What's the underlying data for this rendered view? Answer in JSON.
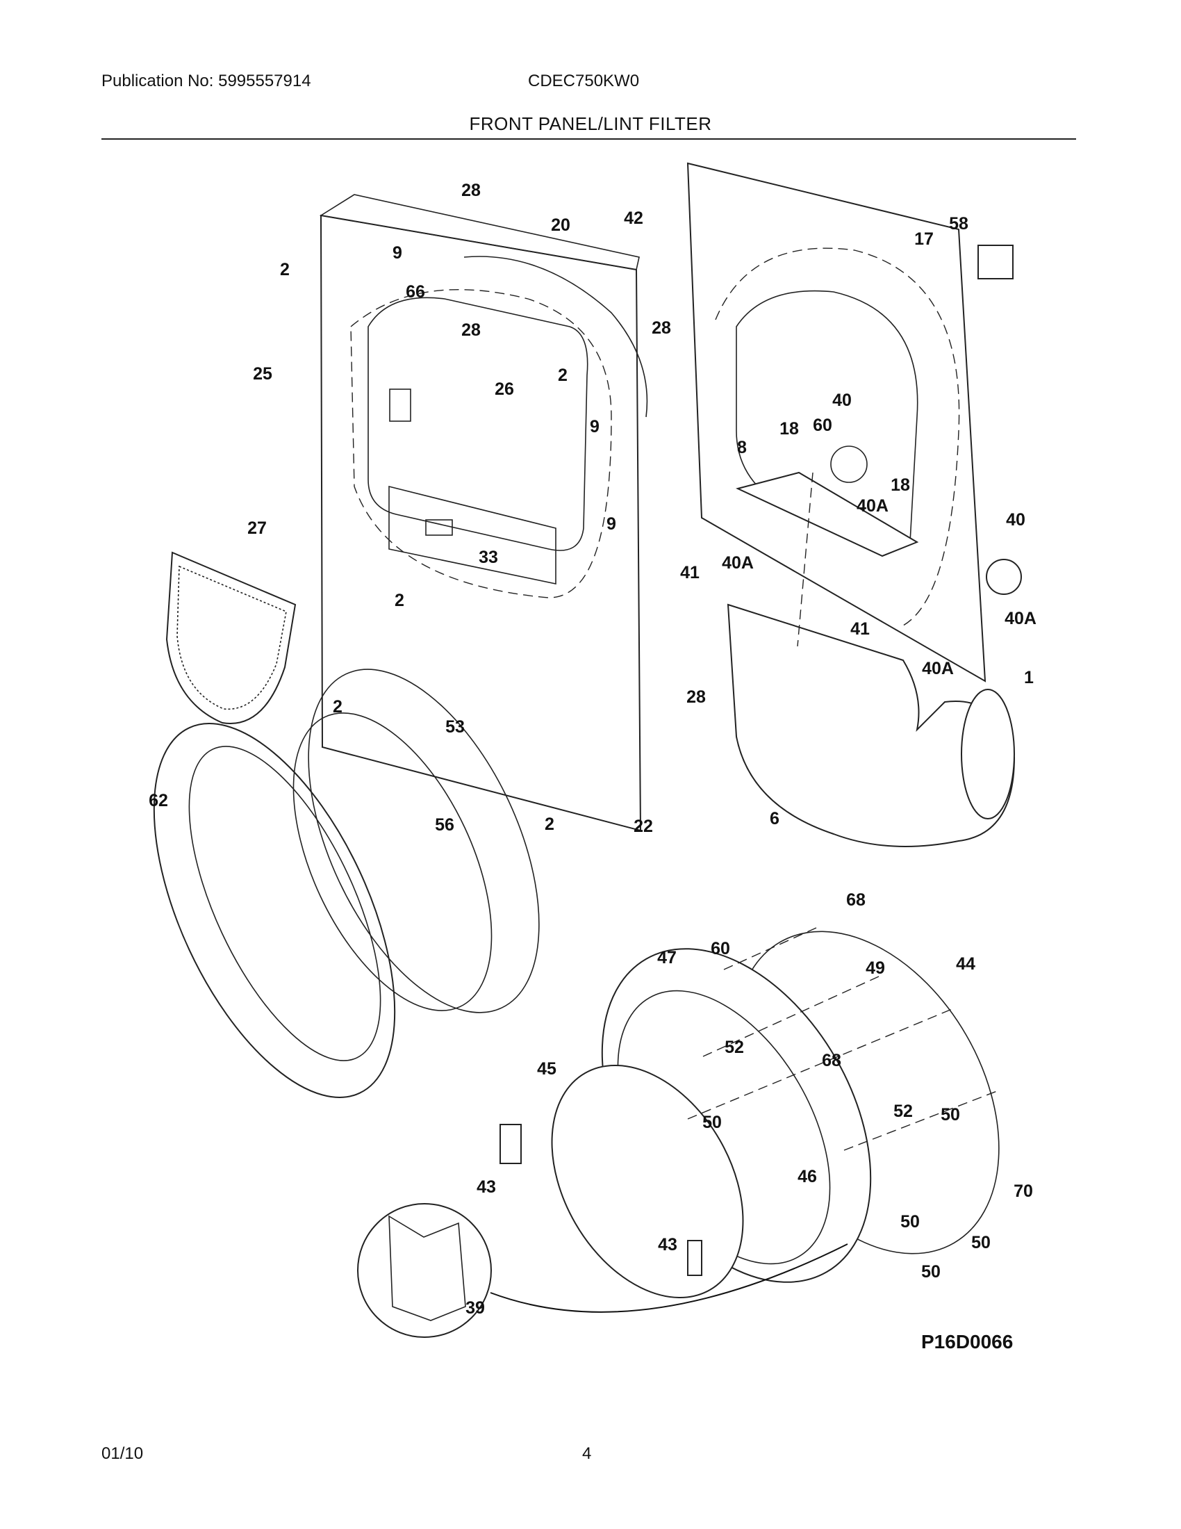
{
  "header": {
    "publication": "Publication No: 5995557914",
    "model": "CDEC750KW0",
    "title": "FRONT PANEL/LINT FILTER"
  },
  "footer": {
    "date": "01/10",
    "page": "4"
  },
  "diagram": {
    "code": "P16D0066",
    "callouts": [
      "28",
      "20",
      "42",
      "58",
      "17",
      "2",
      "9",
      "66",
      "25",
      "28",
      "2",
      "26",
      "28",
      "9",
      "18",
      "60",
      "40",
      "8",
      "18",
      "40A",
      "40",
      "9",
      "33",
      "27",
      "41",
      "40A",
      "2",
      "41",
      "40A",
      "1",
      "40A",
      "2",
      "28",
      "53",
      "62",
      "56",
      "2",
      "22",
      "6",
      "68",
      "60",
      "47",
      "49",
      "44",
      "52",
      "68",
      "45",
      "50",
      "52",
      "50",
      "46",
      "43",
      "70",
      "50",
      "50",
      "43",
      "50",
      "39"
    ]
  }
}
